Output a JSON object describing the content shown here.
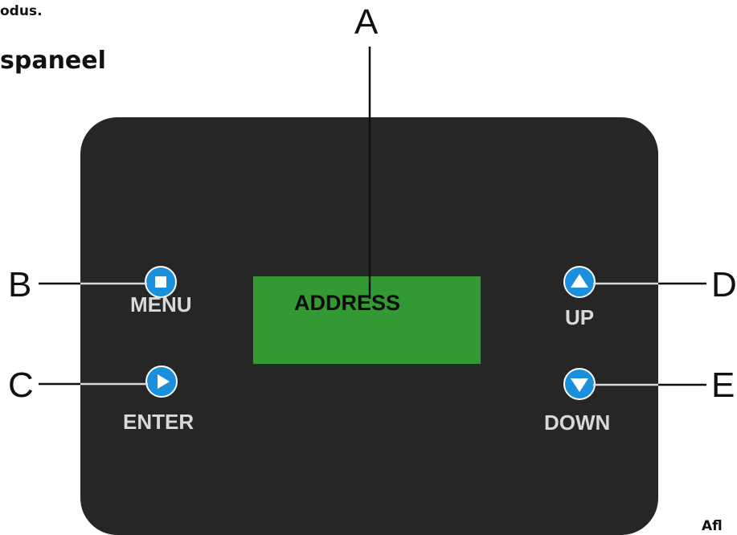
{
  "page": {
    "top_text": "odus.",
    "heading": "spaneel",
    "bottom_text": "Afl"
  },
  "display": {
    "text": "ADDRESS"
  },
  "buttons": {
    "menu": "MENU",
    "enter": "ENTER",
    "up": "UP",
    "down": "DOWN"
  },
  "callouts": {
    "a": "A",
    "b": "B",
    "c": "C",
    "d": "D",
    "e": "E"
  },
  "colors": {
    "panel": "#262626",
    "display": "#339933",
    "button": "#1a8fdc",
    "button_label": "#d9d9d9"
  }
}
